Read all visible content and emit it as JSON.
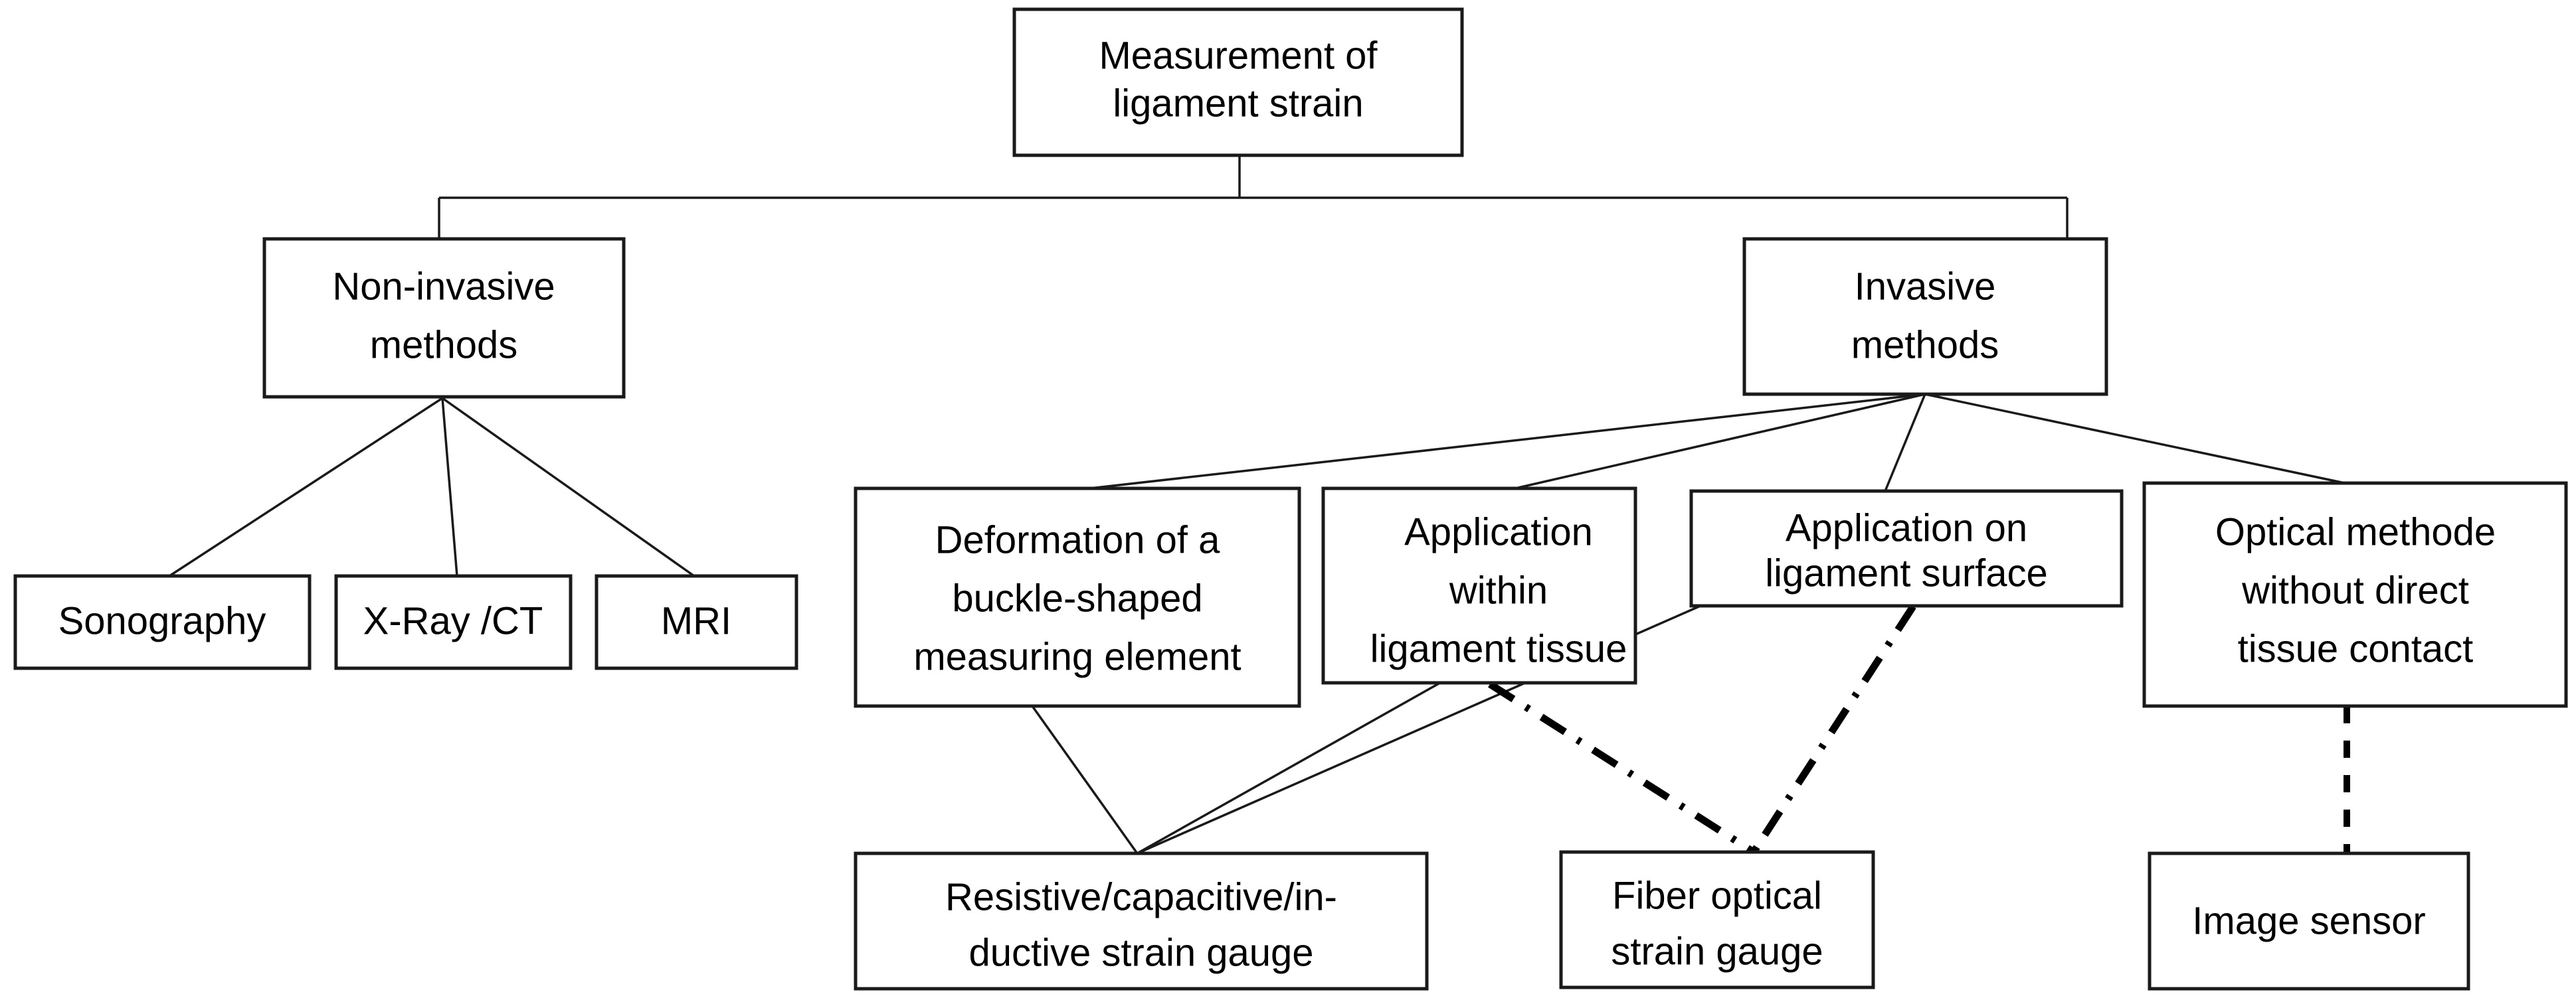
{
  "diagram": {
    "title": "Measurement of ligament strain taxonomy",
    "type": "tree-diagram",
    "background_color": "#ffffff",
    "line_color": "#1a1a1a",
    "box_fill": "#ffffff",
    "nodes": {
      "root": {
        "lines": [
          "Measurement of",
          "ligament strain"
        ]
      },
      "non_invasive": {
        "lines": [
          "Non-invasive",
          "methods"
        ]
      },
      "invasive": {
        "lines": [
          "Invasive",
          "methods"
        ]
      },
      "sonography": {
        "lines": [
          "Sonography"
        ]
      },
      "xray_ct": {
        "lines": [
          "X-Ray /CT"
        ]
      },
      "mri": {
        "lines": [
          "MRI"
        ]
      },
      "deformation": {
        "lines": [
          "Deformation of a",
          "buckle-shaped",
          "measuring element"
        ]
      },
      "within_tissue": {
        "lines": [
          "Application",
          "within",
          "ligament tissue"
        ]
      },
      "on_surface": {
        "lines": [
          "Application on",
          "ligament surface"
        ]
      },
      "optical": {
        "lines": [
          "Optical methode",
          "without direct",
          "tissue contact"
        ]
      },
      "resistive": {
        "lines": [
          "Resistive/capacitive/in-",
          "ductive strain gauge"
        ]
      },
      "fiber_optical": {
        "lines": [
          "Fiber optical",
          "strain gauge"
        ]
      },
      "image_sensor": {
        "lines": [
          "Image sensor"
        ]
      }
    },
    "edges": [
      {
        "from": "root",
        "to": "non_invasive",
        "style": "solid-orthogonal"
      },
      {
        "from": "root",
        "to": "invasive",
        "style": "solid-orthogonal"
      },
      {
        "from": "non_invasive",
        "to": "sonography",
        "style": "solid"
      },
      {
        "from": "non_invasive",
        "to": "xray_ct",
        "style": "solid"
      },
      {
        "from": "non_invasive",
        "to": "mri",
        "style": "solid"
      },
      {
        "from": "invasive",
        "to": "deformation",
        "style": "solid"
      },
      {
        "from": "invasive",
        "to": "within_tissue",
        "style": "solid"
      },
      {
        "from": "invasive",
        "to": "on_surface",
        "style": "solid"
      },
      {
        "from": "invasive",
        "to": "optical",
        "style": "solid"
      },
      {
        "from": "deformation",
        "to": "resistive",
        "style": "solid"
      },
      {
        "from": "within_tissue",
        "to": "resistive",
        "style": "solid"
      },
      {
        "from": "on_surface",
        "to": "resistive",
        "style": "solid"
      },
      {
        "from": "within_tissue",
        "to": "fiber_optical",
        "style": "dash-dot"
      },
      {
        "from": "on_surface",
        "to": "fiber_optical",
        "style": "dash-dot"
      },
      {
        "from": "optical",
        "to": "image_sensor",
        "style": "dashed"
      }
    ]
  }
}
